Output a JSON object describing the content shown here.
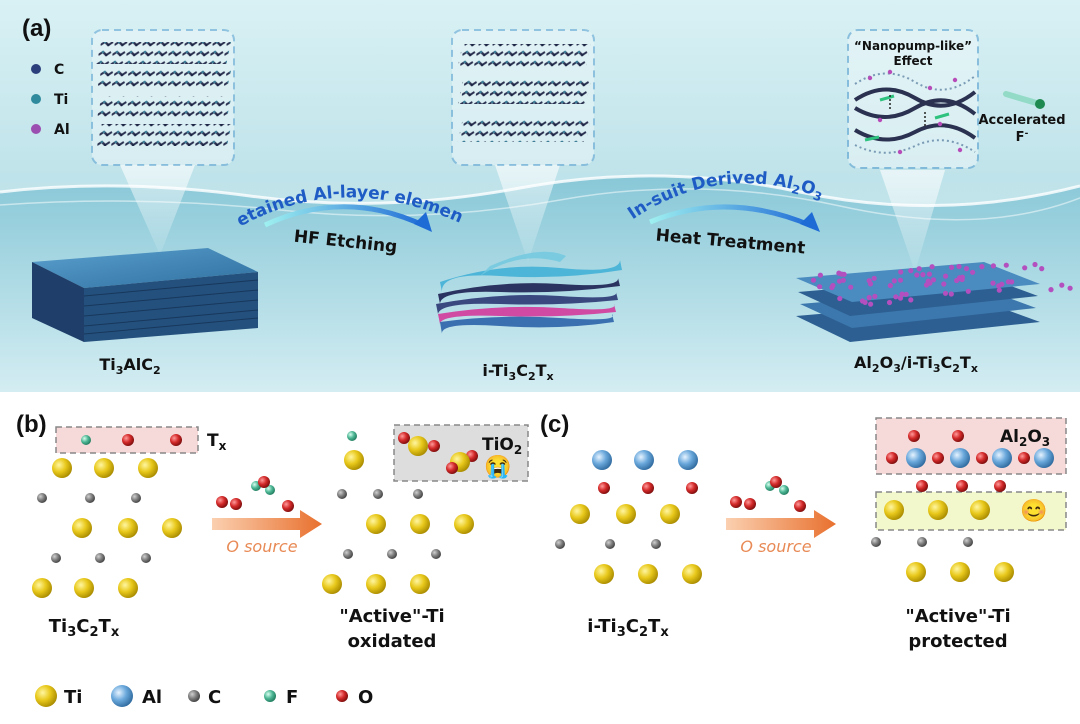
{
  "panels": {
    "a": "(a)",
    "b": "(b)",
    "c": "(c)"
  },
  "panel_a": {
    "element_key": [
      {
        "symbol": "C",
        "color": "#2b3f7c"
      },
      {
        "symbol": "Ti",
        "color": "#2e8a9c"
      },
      {
        "symbol": "Al",
        "color": "#9b4fb0"
      }
    ],
    "materials": {
      "start": {
        "base": "Ti",
        "sub1": "3",
        "mid": "AlC",
        "sub2": "2"
      },
      "middle": {
        "pre": "i-Ti",
        "sub1": "3",
        "mid": "C",
        "sub2": "2",
        "post": "T",
        "sub3": "x"
      },
      "final": {
        "a": "Al",
        "s1": "2",
        "b": "O",
        "s2": "3",
        "c": "/i-Ti",
        "s3": "3",
        "d": "C",
        "s4": "2",
        "e": "T",
        "s5": "x"
      }
    },
    "step1": {
      "curve_text": "Retained Al-layer element",
      "step_label": "HF Etching"
    },
    "step2": {
      "curve_pre": "In-suit Derived Al",
      "curve_sub1": "2",
      "curve_mid": "O",
      "curve_sub2": "3",
      "step_label": "Heat Treatment"
    },
    "nanopump": {
      "line1": "“Nanopump-like”",
      "line2": "Effect"
    },
    "accelerated": {
      "line1": "Accelerated",
      "line2": "F",
      "sup": "-"
    }
  },
  "panel_b": {
    "tx_label": {
      "base": "T",
      "sub": "x"
    },
    "tio2_label": {
      "base": "TiO",
      "sub": "2"
    },
    "o_source": "O source",
    "left_label": {
      "a": "Ti",
      "s1": "3",
      "b": "C",
      "s2": "2",
      "c": "T",
      "s3": "x"
    },
    "right_label": {
      "line1": "\"Active\"-Ti",
      "line2": "oxidated"
    },
    "emoji": "😭"
  },
  "panel_c": {
    "al2o3_label": {
      "a": "Al",
      "s1": "2",
      "b": "O",
      "s2": "3"
    },
    "o_source": "O source",
    "left_label": {
      "pre": "i-Ti",
      "s1": "3",
      "b": "C",
      "s2": "2",
      "c": "T",
      "s3": "x"
    },
    "right_label": {
      "line1": "\"Active\"-Ti",
      "line2": "protected"
    },
    "emoji": "😊"
  },
  "legend": [
    {
      "label": "Ti",
      "color": "#e8c81a"
    },
    {
      "label": "Al",
      "color": "#6aa8dc"
    },
    {
      "label": "C",
      "color": "#808080"
    },
    {
      "label": "F",
      "color": "#4fb896"
    },
    {
      "label": "O",
      "color": "#d42a2a"
    }
  ]
}
